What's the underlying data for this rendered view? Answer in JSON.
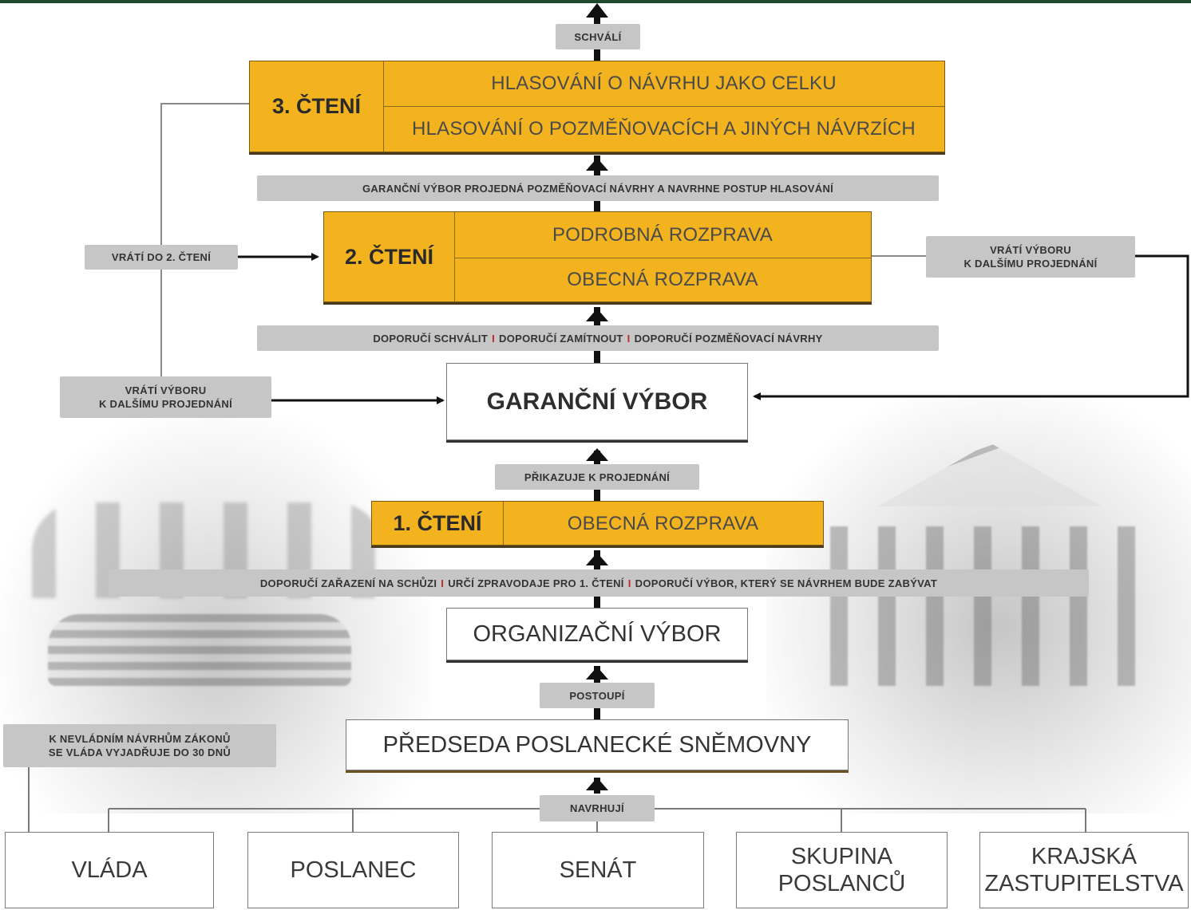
{
  "labels": {
    "schvali": "SCHVÁLÍ",
    "garancni_projedna": "GARANČNÍ VÝBOR PROJEDNÁ POZMĚŇOVACÍ NÁVRHY A NAVRHNE POSTUP HLASOVÁNÍ",
    "vrati_do_2": "VRÁTÍ DO 2. ČTENÍ",
    "vrati_vyboru_right_1": "VRÁTÍ VÝBORU",
    "vrati_vyboru_right_2": "K DALŠÍMU PROJEDNÁNÍ",
    "doporuci_1": "DOPORUČÍ SCHVÁLIT",
    "doporuci_2": "DOPORUČÍ ZAMÍTNOUT",
    "doporuci_3": "DOPORUČÍ POZMĚŇOVACÍ NÁVRHY",
    "vrati_vyboru_left_1": "VRÁTÍ VÝBORU",
    "vrati_vyboru_left_2": "K DALŠÍMU PROJEDNÁNÍ",
    "prikazuje": "PŘIKAZUJE K PROJEDNÁNÍ",
    "org_1": "DOPORUČÍ ZAŘAZENÍ NA SCHŮZI",
    "org_2": "URČÍ ZPRAVODAJE PRO 1. ČTENÍ",
    "org_3": "DOPORUČÍ VÝBOR, KTERÝ SE NÁVRHEM BUDE ZABÝVAT",
    "postoupi": "POSTOUPÍ",
    "nevladni_1": "K NEVLÁDNÍM NÁVRHŮM ZÁKONŮ",
    "nevladni_2": "SE VLÁDA VYJADŘUJE DO 30 DNŮ",
    "navrhuji": "NAVRHUJÍ",
    "separator": "I"
  },
  "readings": {
    "third": {
      "title": "3. ČTENÍ",
      "row_top": "HLASOVÁNÍ O NÁVRHU JAKO CELKU",
      "row_bottom": "HLASOVÁNÍ O POZMĚŇOVACÍCH A JINÝCH NÁVRZÍCH"
    },
    "second": {
      "title": "2. ČTENÍ",
      "row_top": "PODROBNÁ ROZPRAVA",
      "row_bottom": "OBECNÁ ROZPRAVA"
    },
    "first": {
      "title": "1. ČTENÍ",
      "row": "OBECNÁ ROZPRAVA"
    }
  },
  "boxes": {
    "garancni_vybor": "GARANČNÍ VÝBOR",
    "organizacni_vybor": "ORGANIZAČNÍ VÝBOR",
    "predseda": "PŘEDSEDA POSLANECKÉ SNĚMOVNY"
  },
  "proposers": {
    "vlada": "VLÁDA",
    "poslanec": "POSLANEC",
    "senat": "SENÁT",
    "skupina_1": "SKUPINA",
    "skupina_2": "POSLANCŮ",
    "krajska_1": "KRAJSKÁ",
    "krajska_2": "ZASTUPITELSTVA"
  },
  "colors": {
    "orange": "#f3b31f",
    "label_gray": "#c6c6c6",
    "separator_red": "#c0282d",
    "top_line_green": "#1f4a2e"
  }
}
